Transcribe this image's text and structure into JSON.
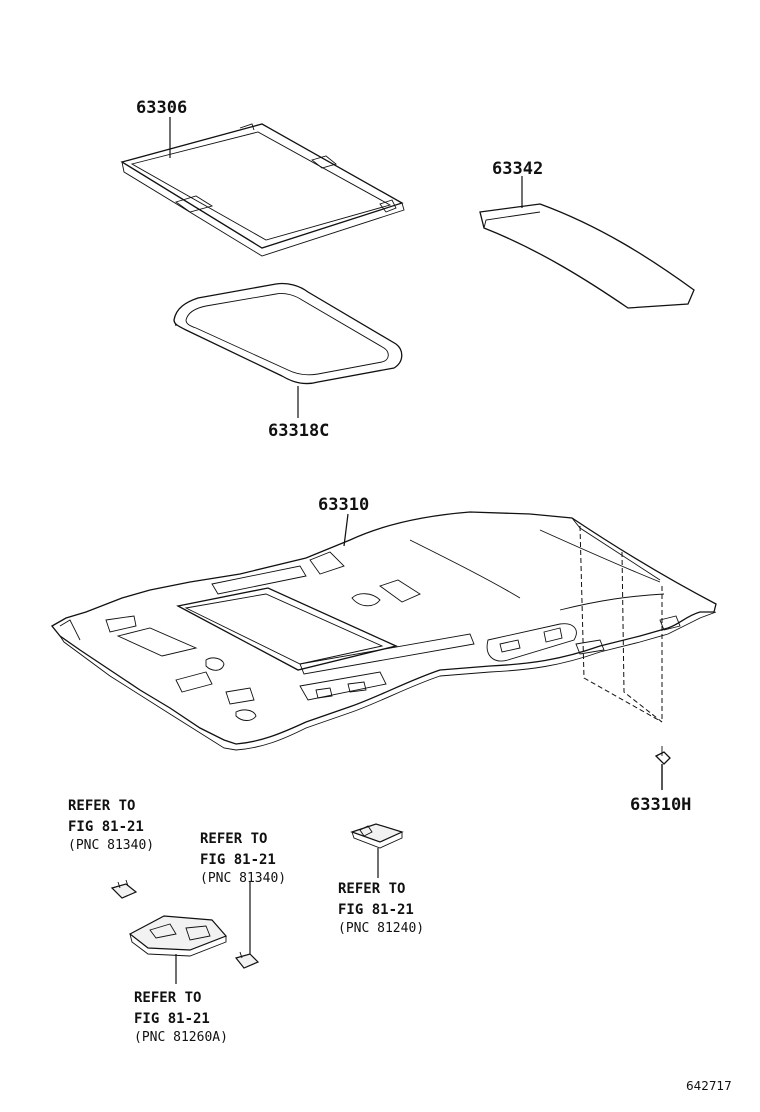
{
  "parts": {
    "sunshade": "63306",
    "sunroof_trim": "63318C",
    "roof_silencer": "63342",
    "headliner": "63310",
    "clip": "63310H"
  },
  "references": [
    {
      "line1": "REFER TO",
      "line2": "FIG 81-21",
      "line3": "(PNC 81340)"
    },
    {
      "line1": "REFER TO",
      "line2": "FIG 81-21",
      "line3": "(PNC 81340)"
    },
    {
      "line1": "REFER TO",
      "line2": "FIG 81-21",
      "line3": "(PNC 81240)"
    },
    {
      "line1": "REFER TO",
      "line2": "FIG 81-21",
      "line3": "(PNC 81260A)"
    }
  ],
  "illustration_id": "642717"
}
